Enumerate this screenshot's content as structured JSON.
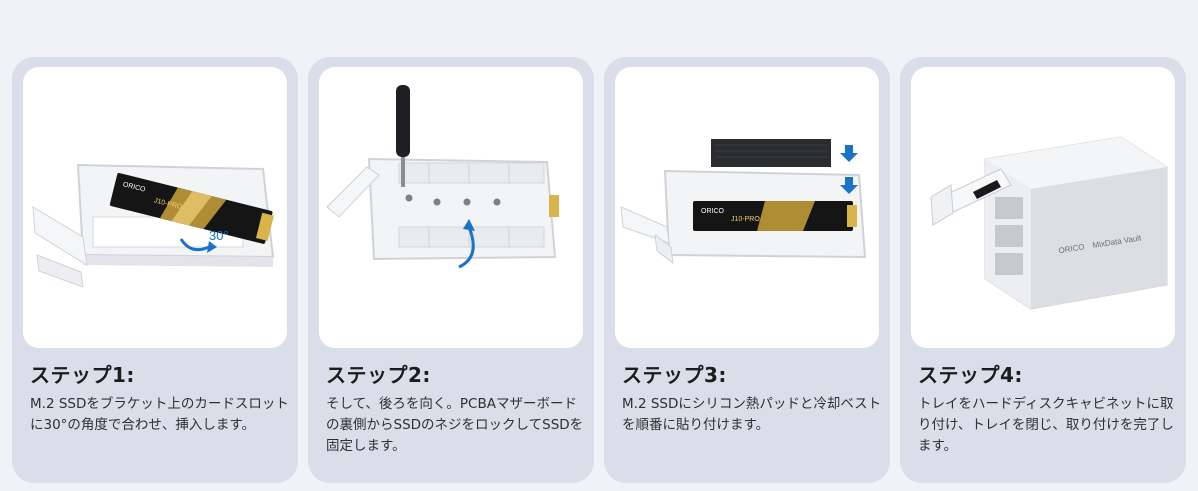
{
  "steps": [
    {
      "title": "ステップ1:",
      "description": "M.2 SSDをブラケット上のカードスロットに30°の角度で合わせ、挿入します。",
      "angle_label": "30°"
    },
    {
      "title": "ステップ2:",
      "description": "そして、後ろを向く。PCBAマザーボードの裏側からSSDのネジをロックしてSSDを固定します。"
    },
    {
      "title": "ステップ3:",
      "description": "M.2 SSDにシリコン熱パッドと冷却ベストを順番に貼り付けます。"
    },
    {
      "title": "ステップ4:",
      "description": "トレイをハードディスクキャビネットに取り付け、トレイを閉じ、取り付けを完了します。"
    }
  ],
  "product": {
    "ssd_brand": "ORICO",
    "ssd_model": "J10-PRO",
    "enclosure_brand": "ORICO",
    "enclosure_name": "MixData Vault"
  },
  "colors": {
    "page_bg": "#f1f2f7",
    "card_bg": "#d9dee8",
    "arrow_blue": "#1a73c8",
    "ssd_gold": "#c9a23a"
  }
}
